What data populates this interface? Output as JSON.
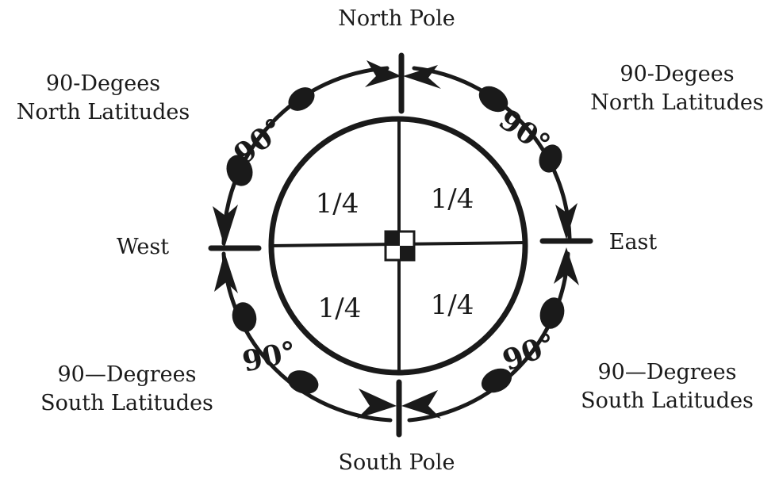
{
  "north_pole": "North Pole",
  "south_pole": "South Pole",
  "west": "West",
  "east": "East",
  "north_left": {
    "line1": "90-Degees",
    "line2": "North Latitudes"
  },
  "north_right": {
    "line1": "90-Degees",
    "line2": "North Latitudes"
  },
  "south_left": {
    "line1": "90—Degrees",
    "line2": "South Latitudes"
  },
  "south_right": {
    "line1": "90—Degrees",
    "line2": "South Latitudes"
  },
  "quadrants": {
    "nw": "1/4",
    "ne": "1/4",
    "sw": "1/4",
    "se": "1/4"
  },
  "arc_marks": {
    "nw": "90°",
    "ne": "90°",
    "sw": "90°",
    "se": "90°"
  },
  "ink_color": "#1a1a1a"
}
